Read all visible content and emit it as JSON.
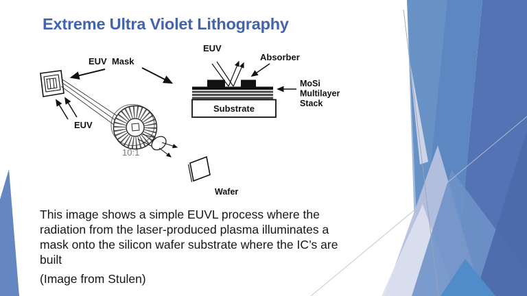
{
  "slide": {
    "title": "Extreme Ultra Violet Lithography"
  },
  "diagram": {
    "labels": {
      "euv_mask": "EUV  Mask",
      "euv_left": "EUV",
      "euv_top": "EUV",
      "absorber": "Absorber",
      "mosi_line1": "MoSi",
      "mosi_line2": "Multilayer",
      "mosi_line3": "Stack",
      "substrate": "Substrate",
      "ratio": "10:1",
      "wafer": "Wafer"
    }
  },
  "caption": {
    "lines": [
      "This image shows a simple EUVL process where the",
      "radiation from the laser-produced plasma illuminates a",
      "mask onto the silicon wafer substrate where the IC’s are",
      "built"
    ],
    "credit": "(Image from Stulen)"
  },
  "theme": {
    "title_blue": "#4263ad",
    "medium_blue": "#5d87c0",
    "dark_blue": "#5373b5",
    "lavender": "#b6c1de",
    "pale_lavender": "#dde1f0",
    "bottom_mid_blue": "#6e92c8",
    "corner_dark_blue": "#4b6aa9",
    "accent_bright_blue": "#4f8cc9",
    "wedge_blue": "#6686c1",
    "ink": "#111111"
  }
}
